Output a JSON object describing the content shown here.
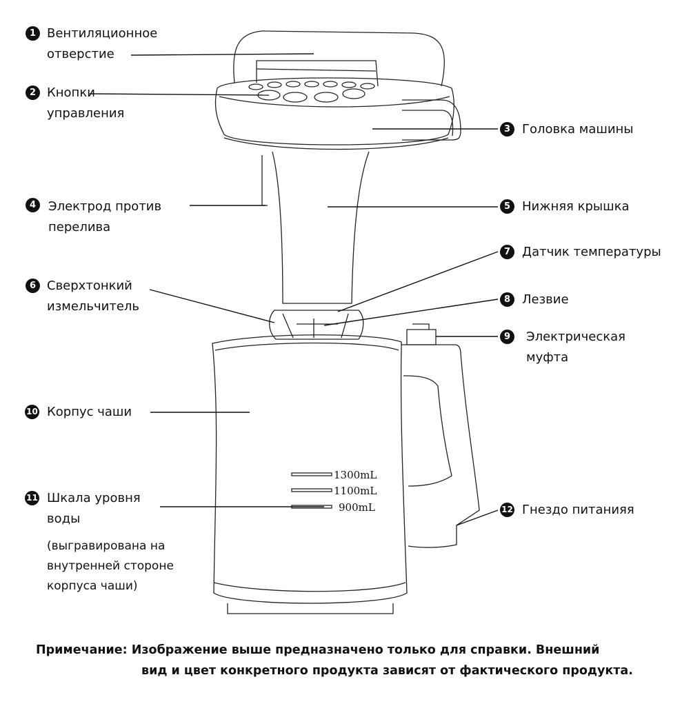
{
  "parts": [
    {
      "num": "1",
      "lines": [
        "Вентиляционное",
        "отверстие"
      ]
    },
    {
      "num": "2",
      "lines": [
        "Кнопки",
        "управления"
      ]
    },
    {
      "num": "3",
      "lines": [
        "Головка машины"
      ]
    },
    {
      "num": "4",
      "lines": [
        "Электрод против",
        "перелива"
      ]
    },
    {
      "num": "5",
      "lines": [
        "Нижняя крышка"
      ]
    },
    {
      "num": "6",
      "lines": [
        "Сверхтонкий",
        "измельчитель"
      ]
    },
    {
      "num": "7",
      "lines": [
        "Датчик температуры"
      ]
    },
    {
      "num": "8",
      "lines": [
        "Лезвие"
      ]
    },
    {
      "num": "9",
      "lines": [
        "Электрическая",
        "муфта"
      ]
    },
    {
      "num": "10",
      "lines": [
        "Корпус чаши"
      ]
    },
    {
      "num": "11",
      "lines": [
        "Шкала уровня",
        "воды"
      ],
      "note_lines": [
        "(выгравирована на",
        "внутренней стороне",
        "корпуса чаши)"
      ]
    },
    {
      "num": "12",
      "lines": [
        "Гнездо питанияя"
      ]
    }
  ],
  "scale_marks": [
    "1300mL",
    "1100mL",
    "900mL"
  ],
  "footnote": [
    "Примечание: Изображение выше предназначено только для справки. Внешний",
    "вид и цвет конкретного продукта зависят от фактического продукта."
  ]
}
